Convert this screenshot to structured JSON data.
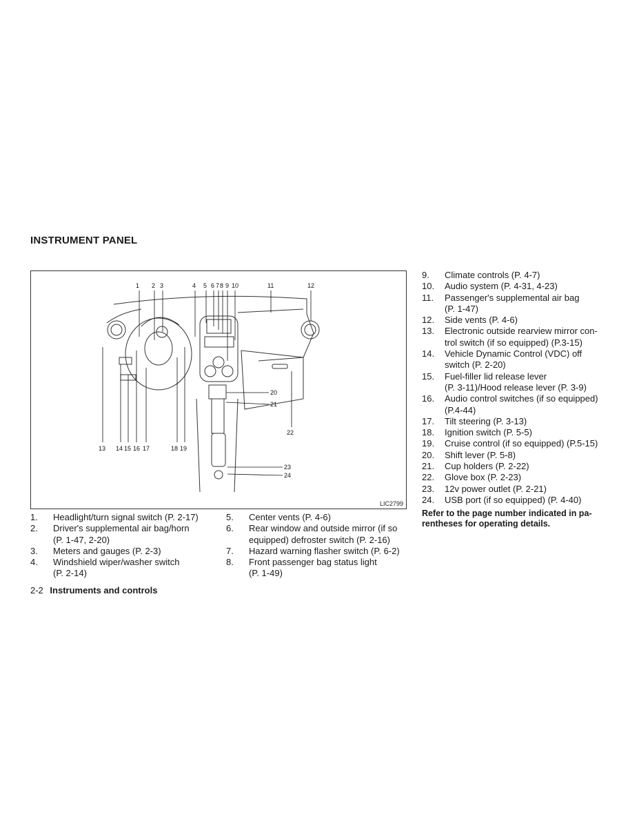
{
  "section_title": "INSTRUMENT PANEL",
  "figure": {
    "code": "LIC2799",
    "callouts": [
      "1",
      "2",
      "3",
      "4",
      "5",
      "6",
      "7",
      "8",
      "9",
      "10",
      "11",
      "12",
      "13",
      "14",
      "15",
      "16",
      "17",
      "18",
      "19",
      "20",
      "21",
      "22",
      "23",
      "24"
    ]
  },
  "list_a": [
    {
      "num": "1.",
      "text": "Headlight/turn signal switch (P. 2-17)"
    },
    {
      "num": "2.",
      "text": "Driver's supplemental air bag/horn"
    },
    {
      "num": "",
      "text": "(P. 1-47, 2-20)"
    },
    {
      "num": "3.",
      "text": "Meters and gauges (P. 2-3)"
    },
    {
      "num": "4.",
      "text": "Windshield wiper/washer switch"
    },
    {
      "num": "",
      "text": "(P. 2-14)"
    }
  ],
  "list_b": [
    {
      "num": "5.",
      "text": "Center vents (P. 4-6)"
    },
    {
      "num": "6.",
      "text": "Rear window and outside mirror (if so"
    },
    {
      "num": "",
      "text": "equipped) defroster switch (P. 2-16)"
    },
    {
      "num": "7.",
      "text": "Hazard warning flasher switch (P. 6-2)"
    },
    {
      "num": "8.",
      "text": "Front passenger bag status light"
    },
    {
      "num": "",
      "text": "(P. 1-49)"
    }
  ],
  "list_c": [
    {
      "num": "9.",
      "text": "Climate controls (P. 4-7)"
    },
    {
      "num": "10.",
      "text": "Audio system (P. 4-31, 4-23)"
    },
    {
      "num": "11.",
      "text": "Passenger's supplemental air bag"
    },
    {
      "num": "",
      "text": "(P. 1-47)"
    },
    {
      "num": "12.",
      "text": "Side vents (P. 4-6)"
    },
    {
      "num": "13.",
      "text": "Electronic outside rearview mirror con-"
    },
    {
      "num": "",
      "text": "trol switch (if so equipped) (P.3-15)"
    },
    {
      "num": "14.",
      "text": "Vehicle Dynamic Control (VDC) off"
    },
    {
      "num": "",
      "text": "switch (P. 2-20)"
    },
    {
      "num": "15.",
      "text": "Fuel-filler lid release lever"
    },
    {
      "num": "",
      "text": "(P. 3-11)/Hood release lever (P. 3-9)"
    },
    {
      "num": "16.",
      "text": "Audio control switches (if so equipped)"
    },
    {
      "num": "",
      "text": "(P.4-44)"
    },
    {
      "num": "17.",
      "text": "Tilt steering (P. 3-13)"
    },
    {
      "num": "18.",
      "text": "Ignition switch (P. 5-5)"
    },
    {
      "num": "19.",
      "text": "Cruise control (if so equipped) (P.5-15)"
    },
    {
      "num": "20.",
      "text": "Shift lever (P. 5-8)"
    },
    {
      "num": "21.",
      "text": "Cup holders (P. 2-22)"
    },
    {
      "num": "22.",
      "text": "Glove box (P. 2-23)"
    },
    {
      "num": "23.",
      "text": "12v power outlet (P. 2-21)"
    },
    {
      "num": "24.",
      "text": "USB port (if so equipped) (P. 4-40)"
    }
  ],
  "note": "Refer to the page number indicated in pa-rentheses for operating details.",
  "footer": {
    "page": "2-2",
    "chapter": "Instruments and controls"
  }
}
